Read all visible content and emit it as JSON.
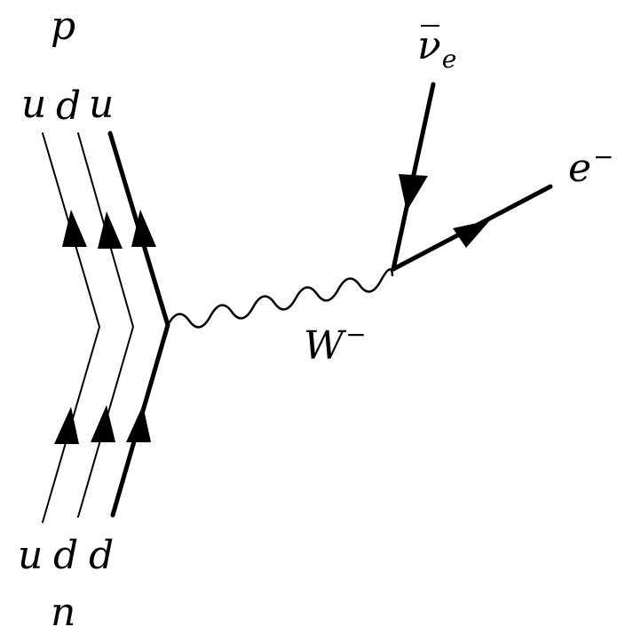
{
  "labels": {
    "proton": "p",
    "proton_quarks": [
      "u",
      "d",
      "u"
    ],
    "neutron": "n",
    "neutron_quarks": [
      "u",
      "d",
      "d"
    ],
    "w_boson": "W",
    "w_charge": "−",
    "antineutrino_symbol": "ν",
    "antineutrino_sub": "e",
    "electron": "e",
    "electron_charge": "−"
  },
  "colors": {
    "ink": "#000000",
    "background": "#ffffff"
  }
}
